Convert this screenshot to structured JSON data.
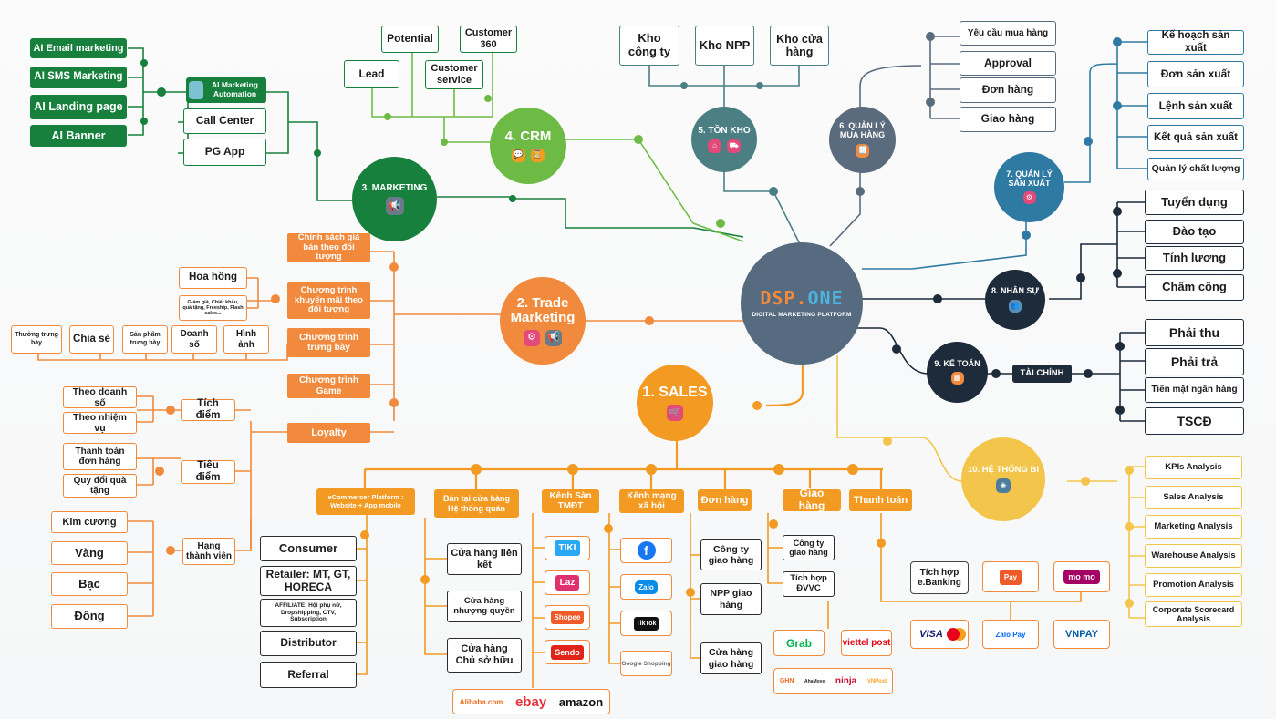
{
  "center": {
    "logo": "DSP.ONE",
    "subtitle": "DIGITAL MARKETING PLATFORM"
  },
  "nodes": {
    "sales": "1. SALES",
    "trade": "2. Trade Marketing",
    "marketing": "3. MARKETING",
    "crm": "4. CRM",
    "tonkho": "5. TỒN KHO",
    "muahang": "6. QUẢN LÝ MUA HÀNG",
    "sanxuat": "7. QUẢN LÝ SẢN XUẤT",
    "nhansu": "8. NHÂN SỰ",
    "ketoan": "9. KẾ TOÁN",
    "bi": "10. HỆ THỐNG BI"
  },
  "marketing": {
    "ai_items": [
      "AI Email marketing",
      "AI SMS Marketing",
      "AI Landing page",
      "AI Banner"
    ],
    "automation": "AI Marketing Automation",
    "call_center": "Call Center",
    "pg_app": "PG App"
  },
  "crm": {
    "potential": "Potential",
    "customer360": "Customer 360",
    "lead": "Lead",
    "customer_service": "Customer service"
  },
  "tonkho": [
    "Kho công ty",
    "Kho NPP",
    "Kho cửa hàng"
  ],
  "muahang": [
    "Yêu cầu mua hàng",
    "Approval",
    "Đơn hàng",
    "Giao hàng"
  ],
  "sanxuat": [
    "Kế hoạch sản xuất",
    "Đơn sản xuất",
    "Lệnh sản xuất",
    "Kết quả sản xuất",
    "Quản lý chất lượng"
  ],
  "nhansu": [
    "Tuyển dụng",
    "Đào tạo",
    "Tính lương",
    "Chấm công"
  ],
  "ketoan": {
    "label": "TÀI CHÍNH",
    "items": [
      "Phải thu",
      "Phải trả",
      "Tiền mặt ngân hàng",
      "TSCĐ"
    ]
  },
  "bi": [
    "KPIs Analysis",
    "Sales Analysis",
    "Marketing Analysis",
    "Warehouse Analysis",
    "Promotion Analysis",
    "Corporate Scorecard Analysis"
  ],
  "trade": {
    "programs": [
      "Chính sách giá bán theo đối tượng",
      "Chương trình khuyến mãi theo đối tượng",
      "Chương trình trưng bày",
      "Chương trình Game",
      "Loyalty"
    ],
    "promo_children": [
      "Hoa hồng",
      "Giảm giá, Chiết khấu, quà tặng, Freeship, Flash sales..."
    ],
    "display_children": [
      "Thưởng trưng bày",
      "Chia sẻ",
      "Sản phẩm trưng bày",
      "Doanh số",
      "Hình ảnh"
    ],
    "loyalty_groups": [
      "Tích điểm",
      "Tiêu điểm",
      "Hạng thành viên"
    ],
    "tich_diem": [
      "Theo doanh số",
      "Theo nhiệm vụ"
    ],
    "tieu_diem": [
      "Thanh toán đơn hàng",
      "Quy đổi quà tặng"
    ],
    "hang": [
      "Kim cương",
      "Vàng",
      "Bạc",
      "Đồng"
    ]
  },
  "sales": {
    "channels": [
      "eCommercer Platform : Website + App mobile",
      "Bán tại cửa hàng Hệ thống quán",
      "Kênh Sàn TMĐT",
      "Kênh mạng xã hội",
      "Đơn hàng",
      "Giao hàng",
      "Thanh toán"
    ],
    "ecommerce": [
      "Consumer",
      "Retailer: MT, GT, HORECA",
      "AFFILIATE: Hội phụ nữ, Dropshipping, CTV, Subscription",
      "Distributor",
      "Referral"
    ],
    "stores": [
      "Cửa hàng liên kết",
      "Cửa hàng nhượng quyền",
      "Cửa hàng Chủ sở hữu"
    ],
    "marketplaces": [
      "TIKI",
      "Laz",
      "Shopee",
      "Sendo"
    ],
    "marketplace_bottom": [
      "Alibaba.com",
      "ebay",
      "amazon"
    ],
    "social": [
      "f",
      "Zalo",
      "TikTok",
      "Google Shopping"
    ],
    "orders": [
      "Công ty giao hàng",
      "NPP giao hàng",
      "Cửa hàng giao hàng"
    ],
    "delivery": [
      "Công ty giao hàng",
      "Tích hợp ĐVVC"
    ],
    "carriers": [
      "Grab",
      "viettel post",
      "GHN",
      "AhaMove",
      "ninja",
      "VNPost"
    ],
    "payment": [
      "Tích hợp e.Banking",
      "Pay",
      "mo mo",
      "VISA",
      "Zalo Pay",
      "VNPAY"
    ]
  },
  "colors": {
    "green": "#17803c",
    "orange": "#f18a3d",
    "sales": "#f29a22",
    "teal": "#4b7f84",
    "slate": "#5b6b7e",
    "blue": "#2f7aa2",
    "navy": "#1d2b3a",
    "yellow": "#f3c54a",
    "center": "#566a80"
  }
}
